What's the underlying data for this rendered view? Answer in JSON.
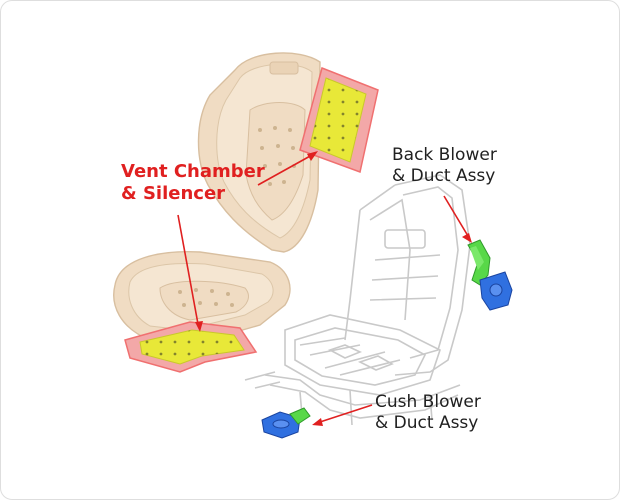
{
  "labels": {
    "vent_line1": "Vent Chamber",
    "vent_line2": "& Silencer",
    "back_line1": "Back Blower",
    "back_line2": "& Duct Assy",
    "cush_line1": "Cush Blower",
    "cush_line2": "& Duct Assy"
  },
  "colors": {
    "foam": "#f0dcc3",
    "foam_edge": "#d8bfa0",
    "chamber_fill": "#e8e838",
    "chamber_border": "#f07070",
    "label_red": "#e02020",
    "frame_line": "#c8c8c8",
    "duct_green": "#58d848",
    "blower_blue": "#3070e0"
  }
}
